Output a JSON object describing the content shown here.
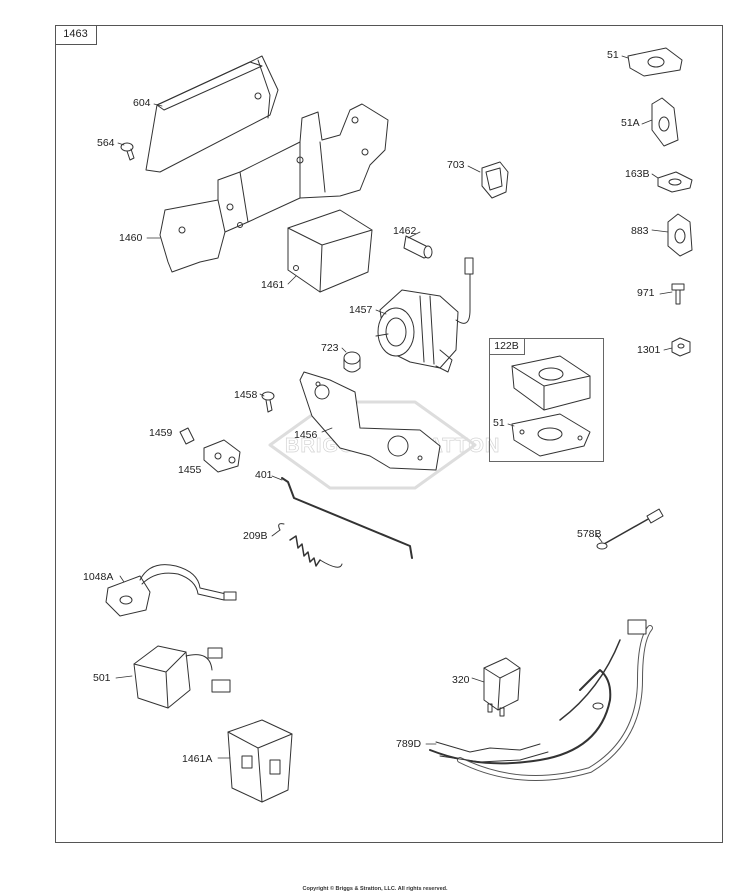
{
  "diagram": {
    "frame_label": "1463",
    "kit_label": "122B",
    "watermark": "BRIGGS&STRATTON",
    "copyright": "Copyright © Briggs & Stratton, LLC. All rights reserved.",
    "labels": {
      "l604": "604",
      "l564": "564",
      "l1460": "1460",
      "l1461": "1461",
      "l703": "703",
      "l1462": "1462",
      "l1457": "1457",
      "l723": "723",
      "l1458": "1458",
      "l1456": "1456",
      "l1459": "1459",
      "l1455": "1455",
      "l401": "401",
      "l209b": "209B",
      "l1048a": "1048A",
      "l501": "501",
      "l1461a": "1461A",
      "l320": "320",
      "l789d": "789D",
      "l578b": "578B",
      "l51top": "51",
      "l51a": "51A",
      "l163b": "163B",
      "l883": "883",
      "l971": "971",
      "l1301": "1301",
      "l51kit": "51"
    }
  }
}
